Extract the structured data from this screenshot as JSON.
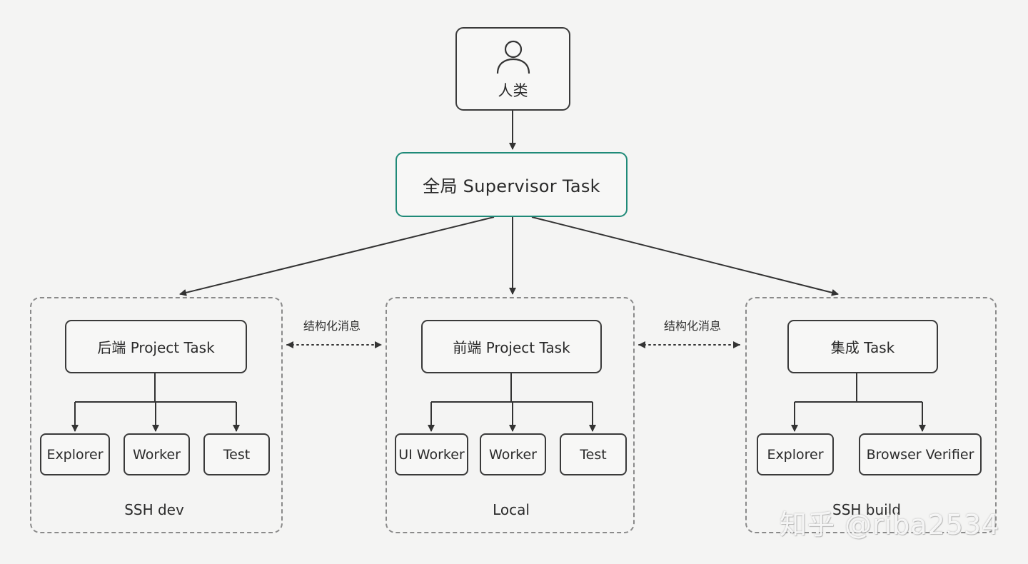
{
  "human": {
    "label": "人类",
    "icon": "user-icon"
  },
  "supervisor": {
    "label": "全局 Supervisor Task",
    "border_color": "#1f8a78"
  },
  "groups": [
    {
      "name": "SSH dev",
      "project": "后端 Project Task",
      "workers": [
        "Explorer",
        "Worker",
        "Test"
      ]
    },
    {
      "name": "Local",
      "project": "前端 Project Task",
      "workers": [
        "UI Worker",
        "Worker",
        "Test"
      ]
    },
    {
      "name": "SSH build",
      "project": "集成 Task",
      "workers": [
        "Explorer",
        "Browser Verifier"
      ]
    }
  ],
  "messages": [
    {
      "label": "结构化消息"
    },
    {
      "label": "结构化消息"
    }
  ],
  "watermark": "知乎 @riba2534"
}
